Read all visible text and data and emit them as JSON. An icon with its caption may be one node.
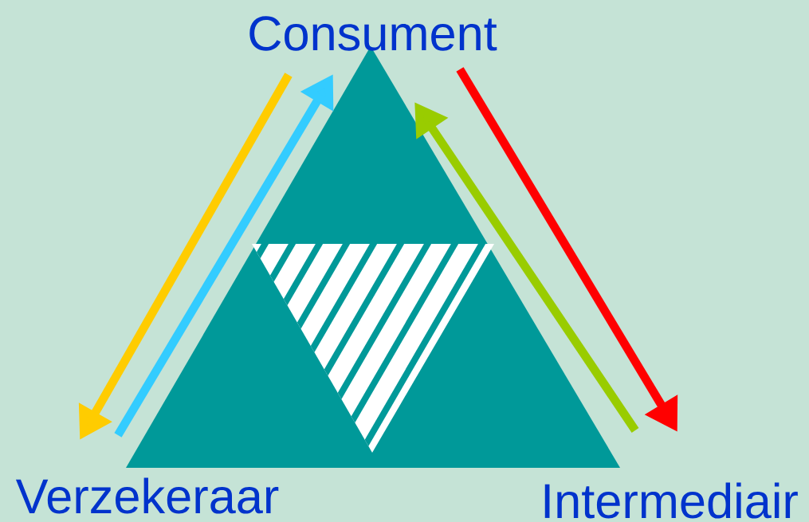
{
  "diagram": {
    "nodes": [
      {
        "text": [
          "Consument"
        ]
      },
      {
        "text": [
          "Verzekeraar"
        ]
      },
      {
        "text": [
          "Intermediair"
        ]
      }
    ],
    "edges": [
      {
        "from": 0,
        "to": 1,
        "arrow": "to",
        "color": "#ffcc00"
      },
      {
        "from": 1,
        "to": 0,
        "arrow": "to",
        "color": "#33ccff"
      },
      {
        "from": 2,
        "to": 0,
        "arrow": "to",
        "color": "#99cc00"
      },
      {
        "from": 0,
        "to": 2,
        "arrow": "to",
        "color": "#ff0000"
      }
    ]
  }
}
